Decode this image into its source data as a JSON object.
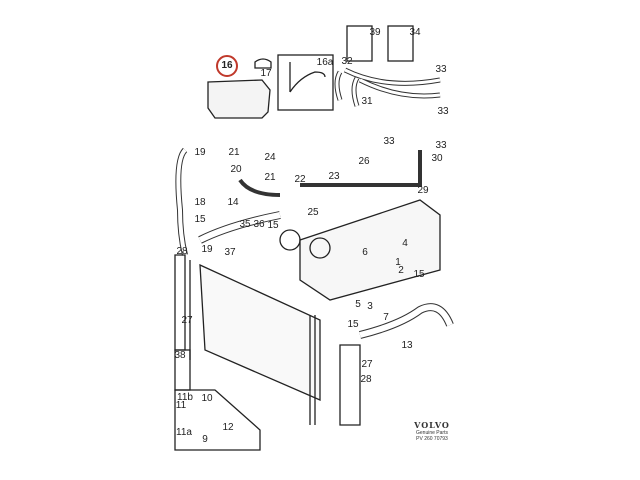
{
  "diagram": {
    "title": "Volvo cooling system parts diagram",
    "highlight_color": "#c0392b",
    "highlighted_part": "16",
    "labels": [
      "16",
      "17",
      "16a",
      "39",
      "34",
      "32",
      "31",
      "33",
      "33",
      "33",
      "33",
      "30",
      "29",
      "19",
      "21",
      "21",
      "24",
      "26",
      "20",
      "22",
      "23",
      "18",
      "14",
      "15",
      "25",
      "35",
      "36",
      "15",
      "28",
      "19",
      "37",
      "4",
      "6",
      "1",
      "2",
      "15",
      "5",
      "3",
      "7",
      "27",
      "15",
      "13",
      "27",
      "28",
      "38",
      "11b",
      "11",
      "10",
      "12",
      "11a",
      "9"
    ]
  },
  "logo": {
    "brand": "VOLVO",
    "line1": "Genuine Parts",
    "line2": "PV 260 70793"
  }
}
